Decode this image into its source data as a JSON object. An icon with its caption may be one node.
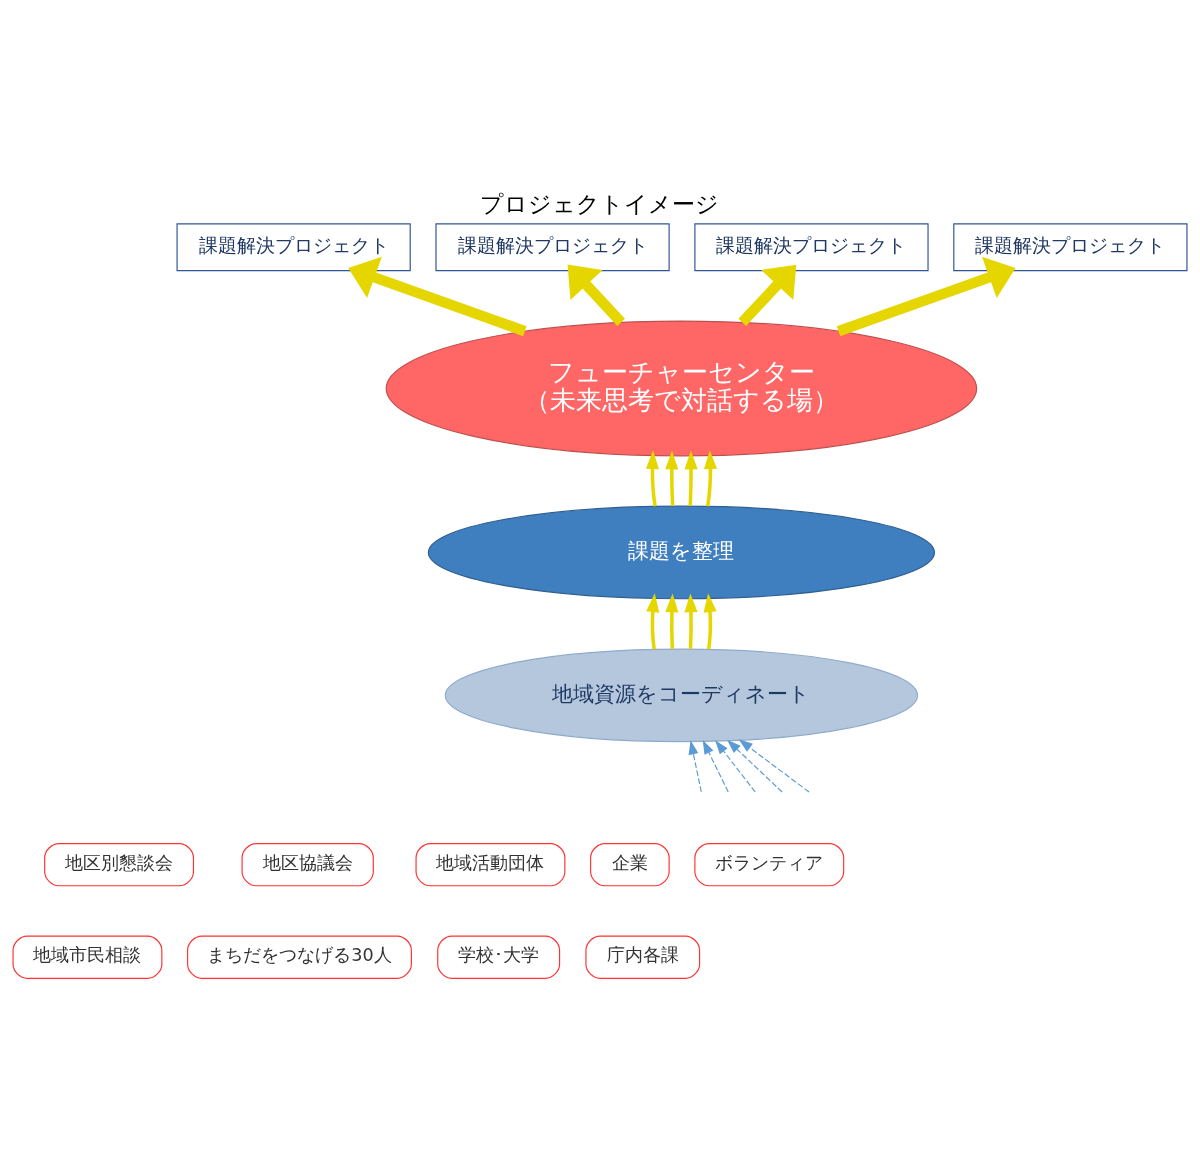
{
  "diagram": {
    "title": "プロジェクトイメージ",
    "nodes": [
      {
        "text": [
          "課題解決プロジェクト"
        ]
      },
      {
        "text": [
          "課題解決プロジェクト"
        ]
      },
      {
        "text": [
          "課題解決プロジェクト"
        ]
      },
      {
        "text": [
          "課題解決プロジェクト"
        ]
      },
      {
        "text": [
          "フューチャーセンター",
          "（未来思考で対話する場）"
        ]
      },
      {
        "text": [
          "課題を整理"
        ]
      },
      {
        "text": [
          "地域資源をコーディネート"
        ]
      },
      {
        "text": [
          "地区別懇談会"
        ]
      },
      {
        "text": [
          "地域市民相談"
        ]
      },
      {
        "text": [
          "地区協議会"
        ]
      },
      {
        "text": [
          "まちだをつなげる30人"
        ]
      },
      {
        "text": [
          "地域活動団体"
        ]
      },
      {
        "text": [
          "学校･大学"
        ]
      },
      {
        "text": [
          "企業"
        ]
      },
      {
        "text": [
          "庁内各課"
        ]
      },
      {
        "text": [
          "ボランティア"
        ]
      }
    ],
    "edges": [
      {
        "from": 4,
        "to": 0,
        "arrow": "to",
        "style": "thick"
      },
      {
        "from": 4,
        "to": 1,
        "arrow": "to",
        "style": "thick"
      },
      {
        "from": 4,
        "to": 2,
        "arrow": "to",
        "style": "thick"
      },
      {
        "from": 4,
        "to": 3,
        "arrow": "to",
        "style": "thick"
      },
      {
        "from": 5,
        "to": 4,
        "arrow": "to"
      },
      {
        "from": 5,
        "to": 4,
        "arrow": "to"
      },
      {
        "from": 5,
        "to": 4,
        "arrow": "to"
      },
      {
        "from": 5,
        "to": 4,
        "arrow": "to"
      },
      {
        "from": 6,
        "to": 5,
        "arrow": "to"
      },
      {
        "from": 6,
        "to": 5,
        "arrow": "to"
      },
      {
        "from": 6,
        "to": 5,
        "arrow": "to"
      },
      {
        "from": 6,
        "to": 5,
        "arrow": "to"
      },
      {
        "from": null,
        "to": 6,
        "arrow": "to",
        "style": "dashed",
        "color": "#5b9bd5"
      },
      {
        "from": null,
        "to": 6,
        "arrow": "to",
        "style": "dashed",
        "color": "#5b9bd5"
      },
      {
        "from": null,
        "to": 6,
        "arrow": "to",
        "style": "dashed",
        "color": "#5b9bd5"
      },
      {
        "from": null,
        "to": 6,
        "arrow": "to",
        "style": "dashed",
        "color": "#5b9bd5"
      },
      {
        "from": null,
        "to": 6,
        "arrow": "to",
        "style": "dashed",
        "color": "#5b9bd5"
      }
    ]
  }
}
